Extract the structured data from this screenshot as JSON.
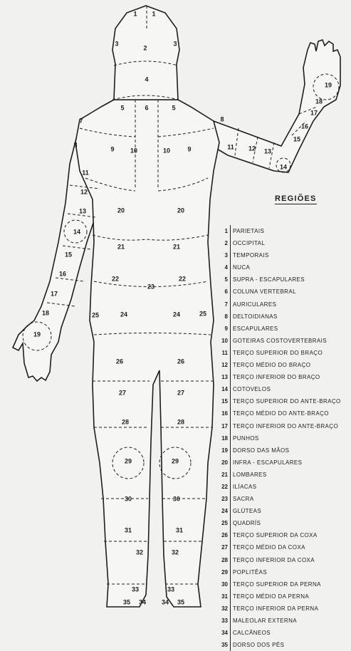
{
  "legend": {
    "title": "REGIÕES",
    "items": [
      {
        "num": "1",
        "label": "PARIETAIS"
      },
      {
        "num": "2",
        "label": "OCCIPITAL"
      },
      {
        "num": "3",
        "label": "TEMPORAIS"
      },
      {
        "num": "4",
        "label": "NUCA"
      },
      {
        "num": "5",
        "label": "SUPRA - ESCAPULARES"
      },
      {
        "num": "6",
        "label": "COLUNA VERTEBRAL"
      },
      {
        "num": "7",
        "label": "AURICULARES"
      },
      {
        "num": "8",
        "label": "DELTOIDIANAS"
      },
      {
        "num": "9",
        "label": "ESCAPULARES"
      },
      {
        "num": "10",
        "label": "GOTEIRAS COSTOVERTEBRAIS"
      },
      {
        "num": "11",
        "label": "TERÇO SUPERIOR DO BRAÇO"
      },
      {
        "num": "12",
        "label": "TERÇO MÉDIO DO BRAÇO"
      },
      {
        "num": "13",
        "label": "TERÇO INFERIOR DO BRAÇO"
      },
      {
        "num": "14",
        "label": "COTOVELOS"
      },
      {
        "num": "15",
        "label": "TERÇO SUPERIOR DO ANTE-BRAÇO"
      },
      {
        "num": "16",
        "label": "TERÇO MÉDIO DO ANTE-BRAÇO"
      },
      {
        "num": "17",
        "label": "TERÇO INFERIOR DO ANTE-BRAÇO"
      },
      {
        "num": "18",
        "label": "PUNHOS"
      },
      {
        "num": "19",
        "label": "DORSO DAS MÃOS"
      },
      {
        "num": "20",
        "label": "INFRA - ESCAPULARES"
      },
      {
        "num": "21",
        "label": "LOMBARES"
      },
      {
        "num": "22",
        "label": "ILÍACAS"
      },
      {
        "num": "23",
        "label": "SACRA"
      },
      {
        "num": "24",
        "label": "GLÚTEAS"
      },
      {
        "num": "25",
        "label": "QUADRÍS"
      },
      {
        "num": "26",
        "label": "TERÇO SUPERIOR DA COXA"
      },
      {
        "num": "27",
        "label": "TERÇO MÉDIO DA COXA"
      },
      {
        "num": "28",
        "label": "TERÇO INFERIOR DA COXA"
      },
      {
        "num": "29",
        "label": "POPLITÊAS"
      },
      {
        "num": "30",
        "label": "TERÇO SUPERIOR DA PERNA"
      },
      {
        "num": "31",
        "label": "TERÇO MÉDIO DA PERNA"
      },
      {
        "num": "32",
        "label": "TERÇO INFERIOR DA PERNA"
      },
      {
        "num": "33",
        "label": "MALEOLAR EXTERNA"
      },
      {
        "num": "34",
        "label": "CALCÂNEOS"
      },
      {
        "num": "35",
        "label": "DORSO DOS PÉS"
      }
    ]
  },
  "body_labels": [
    "1",
    "1",
    "2",
    "3",
    "3",
    "4",
    "5",
    "6",
    "5",
    "7",
    "8",
    "8",
    "9",
    "10",
    "10",
    "9",
    "11",
    "12",
    "13",
    "14",
    "15",
    "16",
    "17",
    "18",
    "19",
    "20",
    "20",
    "21",
    "21",
    "22",
    "23",
    "22",
    "24",
    "24",
    "25",
    "25",
    "26",
    "26",
    "27",
    "27",
    "28",
    "28",
    "29",
    "29",
    "30",
    "30",
    "31",
    "31",
    "32",
    "32",
    "33",
    "33",
    "34",
    "34",
    "35",
    "35",
    "11",
    "12",
    "13",
    "14",
    "15",
    "16",
    "17",
    "18",
    "19"
  ]
}
